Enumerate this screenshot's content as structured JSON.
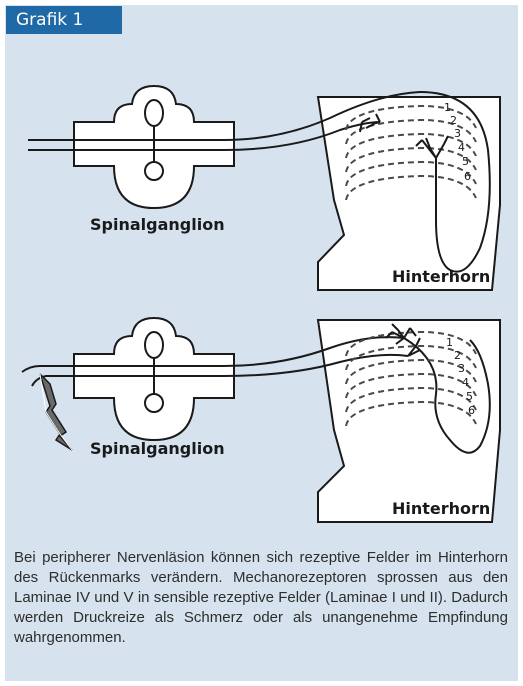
{
  "tag": "Grafik 1",
  "diagram": {
    "top": {
      "ganglion_label": "Spinalganglion",
      "horn_label": "Hinterhorn",
      "laminae": [
        "1",
        "2",
        "3",
        "4",
        "5",
        "6"
      ]
    },
    "bottom": {
      "ganglion_label": "Spinalganglion",
      "horn_label": "Hinterhorn",
      "laminae": [
        "1",
        "2",
        "3",
        "4",
        "5",
        "6"
      ]
    }
  },
  "caption": "Bei peripherer Nervenläsion können sich rezeptive Felder im Hinterhorn des Rückenmarks verändern. Mechanorezeptoren sprossen aus den Laminae IV und V in sensible rezeptive Felder (Laminae I und II). Dadurch werden Druckreize als Schmerz oder als unangenehme Empfindung wahrgenommen."
}
